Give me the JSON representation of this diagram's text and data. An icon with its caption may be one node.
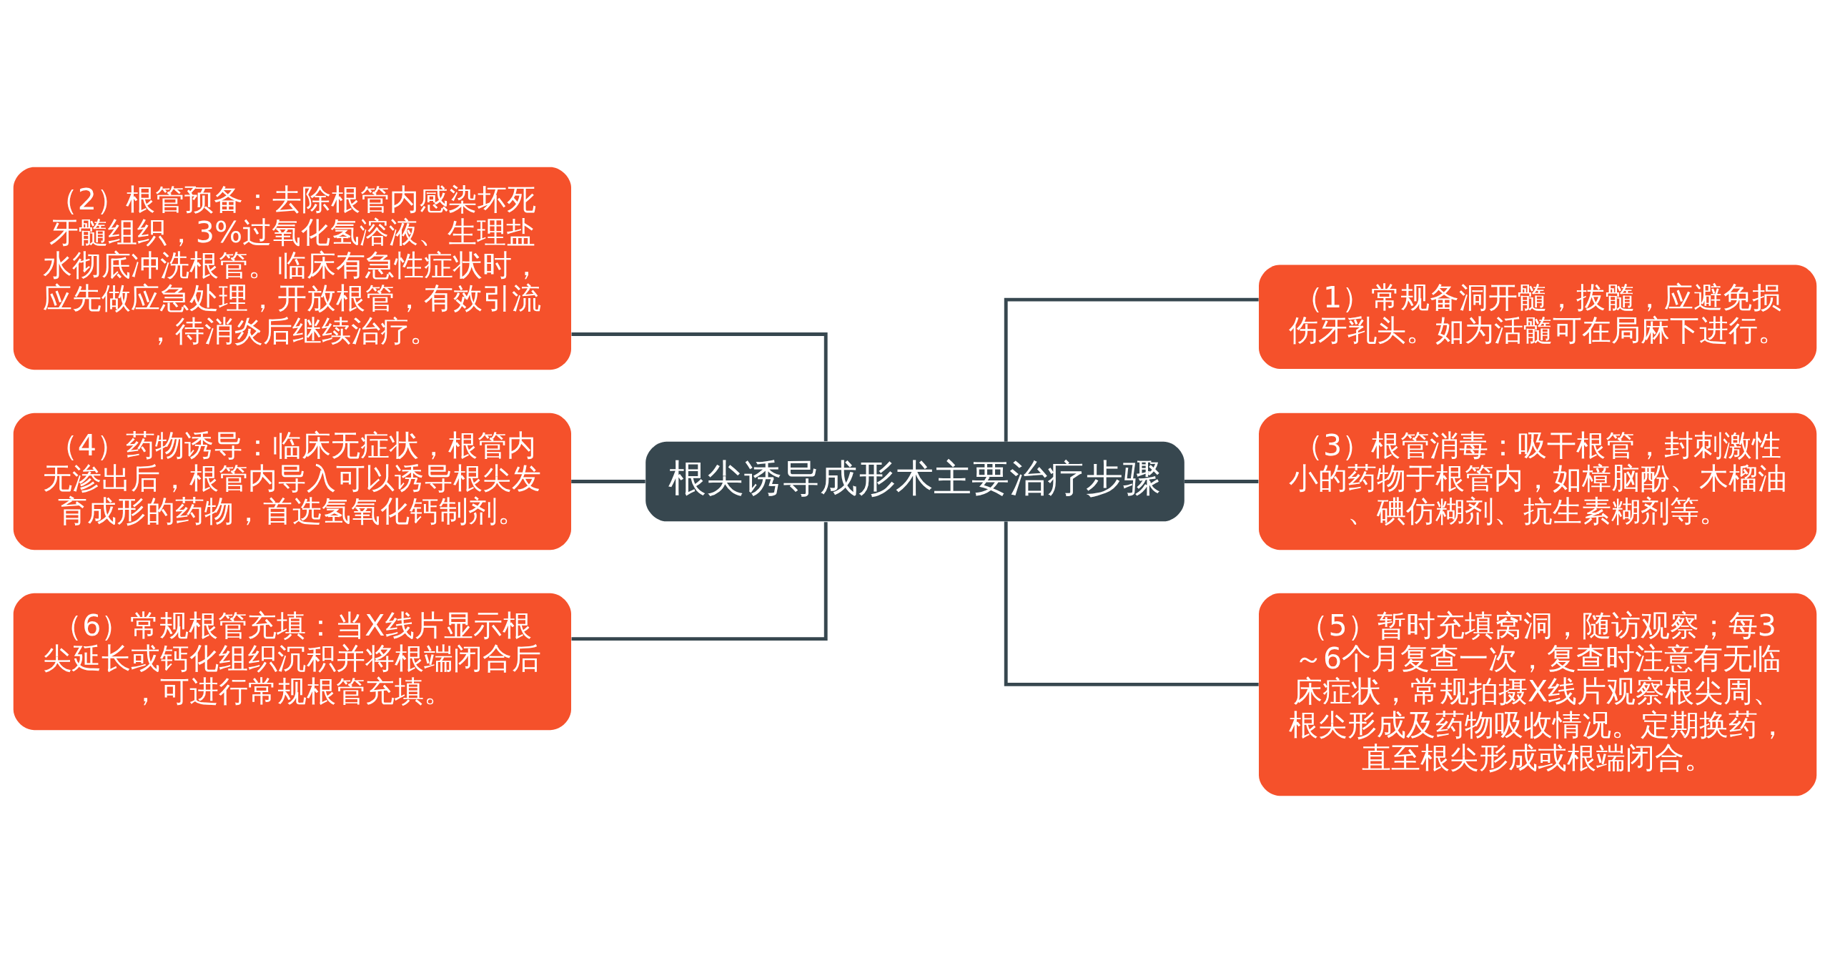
{
  "diagram": {
    "nodes": [
      {
        "text": [
          "根尖诱导成形术主要治疗步骤"
        ]
      },
      {
        "text": [
          "（2）根管预备：去除根管内感染坏死牙髓组织，3%过氧化氢溶液、生理盐水彻底冲洗根管。临床有急性症状时，应先做应急处理，开放根管，有效引流，待消炎后继续治疗。"
        ]
      },
      {
        "text": [
          "（4）药物诱导：临床无症状，根管内无渗出后，根管内导入可以诱导根尖发育成形的药物，首选氢氧化钙制剂。"
        ]
      },
      {
        "text": [
          "（6）常规根管充填：当X线片显示根尖延长或钙化组织沉积并将根端闭合后，可进行常规根管充填。"
        ]
      },
      {
        "text": [
          "（1）常规备洞开髓，拔髓，应避免损伤牙乳头。如为活髓可在局麻下进行。"
        ]
      },
      {
        "text": [
          "（3）根管消毒：吸干根管，封刺激性小的药物于根管内，如樟脑酚、木榴油、碘仿糊剂、抗生素糊剂等。"
        ]
      },
      {
        "text": [
          "（5）暂时充填窝洞，随访观察；每3～6个月复查一次，复查时注意有无临床症状，常规拍摄X线片观察根尖周、根尖形成及药物吸收情况。定期换药，直至根尖形成或根端闭合。"
        ]
      }
    ],
    "edges": [
      {
        "from": 0,
        "to": 1,
        "arrow": "none"
      },
      {
        "from": 0,
        "to": 2,
        "arrow": "none"
      },
      {
        "from": 0,
        "to": 3,
        "arrow": "none"
      },
      {
        "from": 0,
        "to": 4,
        "arrow": "none"
      },
      {
        "from": 0,
        "to": 5,
        "arrow": "none"
      },
      {
        "from": 0,
        "to": 6,
        "arrow": "none"
      }
    ]
  }
}
